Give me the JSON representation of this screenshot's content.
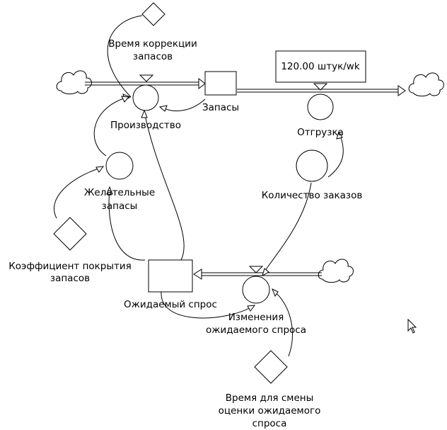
{
  "stocks": {
    "inventory": "Запасы",
    "expected_demand": "Ожидаемый спрос"
  },
  "flows": {
    "production": "Производство",
    "shipment": "Отгрузка",
    "demand_change": [
      "Изменения",
      "ожидаемого спроса"
    ]
  },
  "auxiliaries": {
    "desired_inventory": [
      "Желательные",
      "запасы"
    ],
    "order_quantity": "Количество заказов"
  },
  "constants": {
    "inventory_correction_time": [
      "Время коррекции",
      "запасов"
    ],
    "inventory_coverage": [
      "Коэффициент покрытия",
      "запасов"
    ],
    "expectation_time": [
      "Время для смены",
      "оценки ожидаемого",
      "спроса"
    ]
  },
  "shipment_value_box": "120.00 штук/wk",
  "icons": [
    "cloud-icon",
    "diamond-icon",
    "valve-icon",
    "mouse-pointer-icon"
  ]
}
